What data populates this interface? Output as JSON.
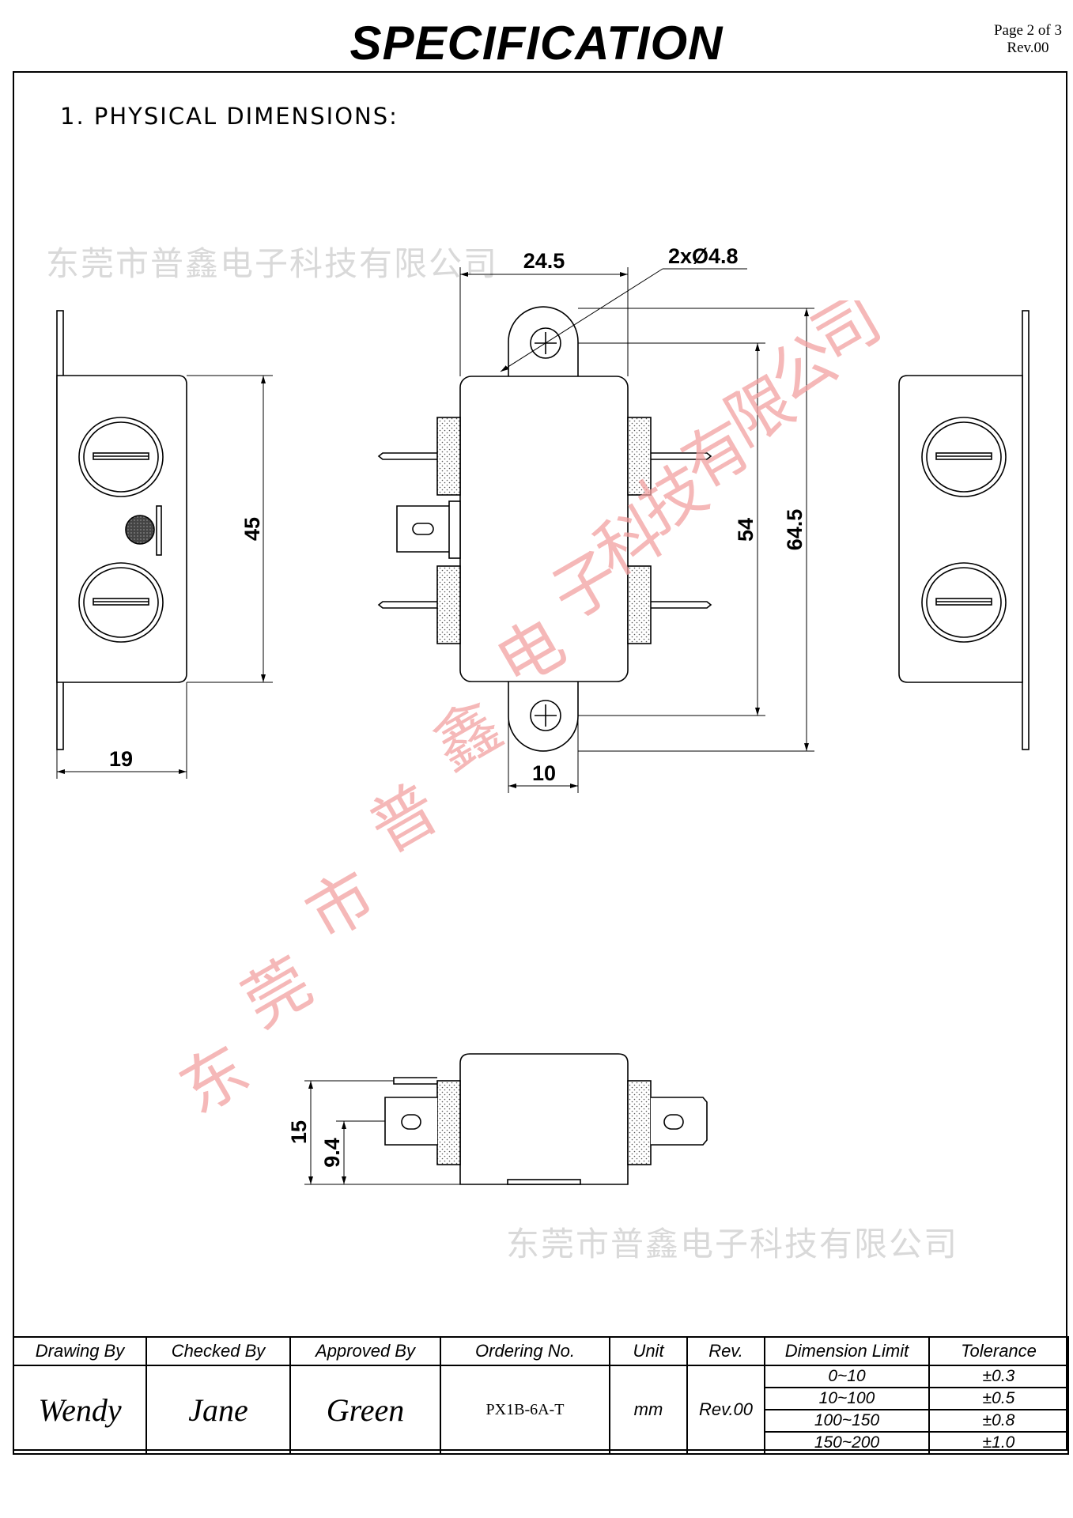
{
  "header": {
    "title": "SPECIFICATION",
    "page": "Page 2 of  3",
    "revision": "Rev.00"
  },
  "section": {
    "heading": "1. PHYSICAL  DIMENSIONS:"
  },
  "dimensions": {
    "d_24_5": "24.5",
    "hole": "2xØ4.8",
    "d_45": "45",
    "d_54": "54",
    "d_64_5": "64.5",
    "d_19": "19",
    "d_10": "10",
    "d_15": "15",
    "d_9_4": "9.4"
  },
  "watermark": {
    "company": "东莞市普鑫电子科技有限公司",
    "chars": [
      "东",
      "莞",
      "市",
      "普",
      "鑫",
      "电",
      "子",
      "科",
      "技",
      "有",
      "限",
      "公",
      "司"
    ]
  },
  "title_block": {
    "headers": {
      "drawing_by": "Drawing By",
      "checked_by": "Checked By",
      "approved_by": "Approved By",
      "ordering_no": "Ordering No.",
      "unit": "Unit",
      "rev": "Rev.",
      "dimension_limit": "Dimension Limit",
      "tolerance": "Tolerance"
    },
    "values": {
      "drawing_by": "Wendy",
      "checked_by": "Jane",
      "approved_by": "Green",
      "ordering_no": "PX1B-6A-T",
      "unit": "mm",
      "rev": "Rev.00"
    },
    "tolerances": [
      {
        "range": "0~10",
        "tol": "±0.3"
      },
      {
        "range": "10~100",
        "tol": "±0.5"
      },
      {
        "range": "100~150",
        "tol": "±0.8"
      },
      {
        "range": "150~200",
        "tol": "±1.0"
      }
    ]
  }
}
